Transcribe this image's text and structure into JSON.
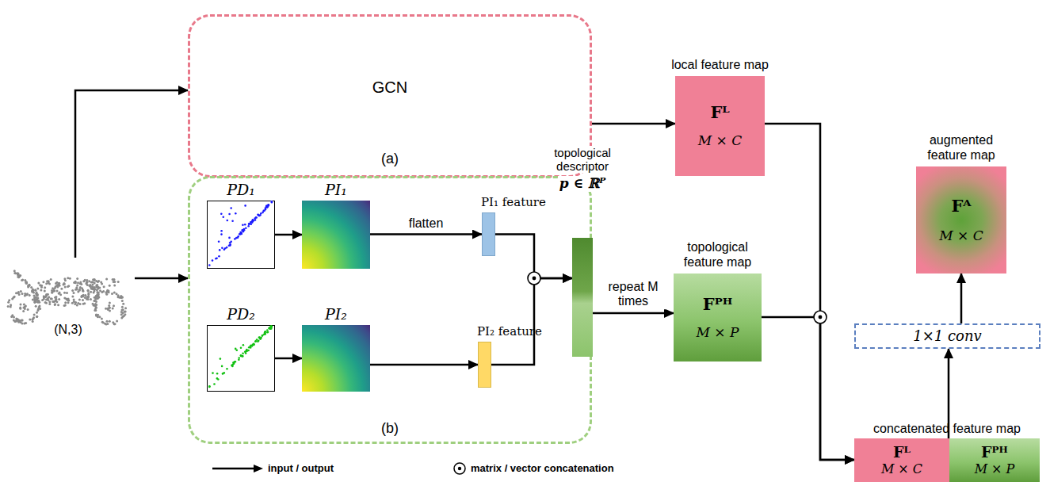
{
  "diagram": {
    "nodes": [
      {
        "text": [
          "(N,3)"
        ]
      },
      {
        "text": [
          "GCN",
          "(a)"
        ]
      },
      {
        "text": [
          "(b)"
        ]
      },
      {
        "text": [
          "PD₁"
        ],
        "in": 2
      },
      {
        "text": [
          "PI₁"
        ],
        "in": 2
      },
      {
        "text": [
          "PI₁ feature"
        ],
        "in": 2
      },
      {
        "text": [
          "PD₂"
        ],
        "in": 2
      },
      {
        "text": [
          "PI₂"
        ],
        "in": 2
      },
      {
        "text": [
          "PI₂ feature"
        ],
        "in": 2
      },
      {
        "text": [
          "topological descriptor",
          "p ∈ ℝᴾ"
        ]
      },
      {
        "text": [
          "local feature map",
          "Fᴸ",
          "M × C"
        ]
      },
      {
        "text": [
          "topological feature map",
          "Fᴾᴴ",
          "M × P"
        ]
      },
      {
        "text": [
          "augmented feature map",
          "Fᴬ",
          "M × C"
        ]
      },
      {
        "text": [
          "1×1 conv"
        ]
      },
      {
        "text": [
          "concatenated feature map"
        ]
      },
      {
        "text": [
          "Fᴸ",
          "M × C"
        ],
        "in": 14
      },
      {
        "text": [
          "Fᴾᴴ",
          "M × P"
        ],
        "in": 14
      }
    ],
    "edges": [
      {
        "from": 0,
        "to": 1,
        "arrow": "to"
      },
      {
        "from": 0,
        "to": 2,
        "arrow": "to"
      },
      {
        "from": 3,
        "to": 4,
        "arrow": "to"
      },
      {
        "from": 4,
        "to": 5,
        "label": "flatten",
        "arrow": "to"
      },
      {
        "from": 6,
        "to": 7,
        "arrow": "to"
      },
      {
        "from": 7,
        "to": 8,
        "arrow": "to"
      },
      {
        "from": 5,
        "to": 9,
        "arrow": "to"
      },
      {
        "from": 8,
        "to": 9,
        "arrow": "to"
      },
      {
        "from": 9,
        "to": 11,
        "label": "repeat M times",
        "arrow": "to"
      },
      {
        "from": 1,
        "to": 10,
        "arrow": "to"
      },
      {
        "from": 10,
        "to": 14,
        "arrow": "to"
      },
      {
        "from": 11,
        "to": 14,
        "arrow": "to"
      },
      {
        "from": 14,
        "to": 13,
        "arrow": "to"
      },
      {
        "from": 13,
        "to": 12,
        "arrow": "to"
      }
    ],
    "legend": [
      {
        "text": "input / output"
      },
      {
        "text": "matrix / vector concatenation"
      }
    ]
  }
}
